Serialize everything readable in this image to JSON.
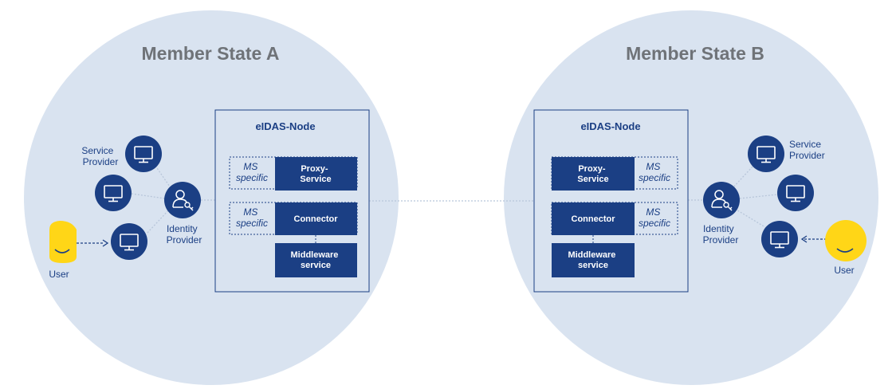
{
  "member_state_a": {
    "title": "Member State A",
    "node_title": "eIDAS-Node",
    "proxy_service": [
      "Proxy-",
      "Service"
    ],
    "connector": "Connector",
    "middleware": [
      "Middleware",
      "service"
    ],
    "ms_specific": [
      "MS",
      "specific"
    ],
    "service_provider": [
      "Service",
      "Provider"
    ],
    "identity_provider": [
      "Identity",
      "Provider"
    ],
    "user": "User"
  },
  "member_state_b": {
    "title": "Member State B",
    "node_title": "eIDAS-Node",
    "proxy_service": [
      "Proxy-",
      "Service"
    ],
    "connector": "Connector",
    "middleware": [
      "Middleware",
      "service"
    ],
    "ms_specific": [
      "MS",
      "specific"
    ],
    "service_provider": [
      "Service",
      "Provider"
    ],
    "identity_provider": [
      "Identity",
      "Provider"
    ],
    "user": "User"
  },
  "colors": {
    "circle_bg": "#d9e3f0",
    "navy": "#1b3f84",
    "title_gray": "#6f7378",
    "user_yellow": "#ffd617"
  },
  "icons": [
    "monitor-icon",
    "identity-key-icon",
    "user-face-icon"
  ]
}
